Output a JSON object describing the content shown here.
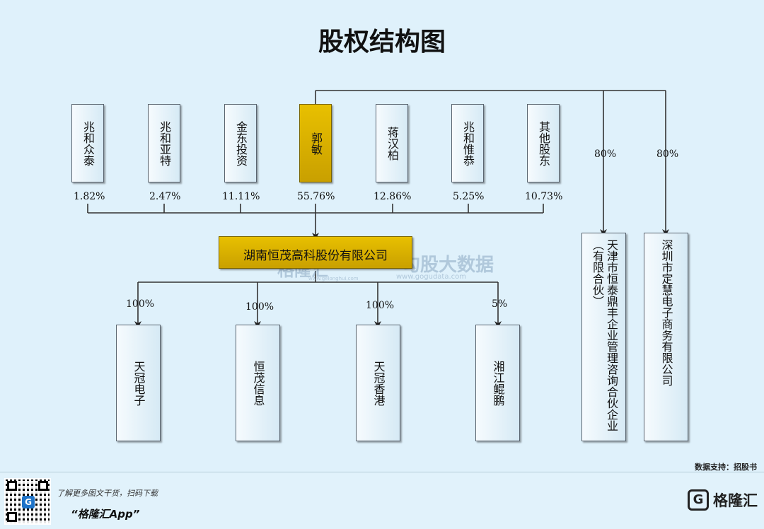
{
  "title": "股权结构图",
  "shareholders": [
    {
      "name": "兆和众泰",
      "pct": "1.82%"
    },
    {
      "name": "兆和亚特",
      "pct": "2.47%"
    },
    {
      "name": "金东投资",
      "pct": "11.11%"
    },
    {
      "name": "郭敏",
      "pct": "55.76%"
    },
    {
      "name": "蒋汉柏",
      "pct": "12.86%"
    },
    {
      "name": "兆和惟恭",
      "pct": "5.25%"
    },
    {
      "name": "其他股东",
      "pct": "10.73%"
    }
  ],
  "company": "湖南恒茂高科股份有限公司",
  "subsidiaries": [
    {
      "name": "天冠电子",
      "pct": "100%"
    },
    {
      "name": "恒茂信息",
      "pct": "100%"
    },
    {
      "name": "天冠香港",
      "pct": "100%"
    },
    {
      "name": "湘江鲲鹏",
      "pct": "5%"
    }
  ],
  "related": [
    {
      "name": "天津市恒泰鼎丰企业管理咨询合伙企业（有限合伙）",
      "pct": "80%"
    },
    {
      "name": "深圳市定慧电子商务有限公司",
      "pct": "80%"
    }
  ],
  "watermark": {
    "brand": "格隆汇",
    "brand_url": "www.gelonghui.com",
    "site": "勾股大数据",
    "site_url": "www.gogudata.com"
  },
  "source": "数据支持：招股书",
  "footer": {
    "promo_line1": "了解更多图文干货，扫码下载",
    "promo_line2": "“格隆汇App”",
    "qr_logo": "G",
    "brand_logo": "G",
    "brand_name": "格隆汇"
  },
  "colors": {
    "background": "#dff1fb",
    "highlight": "#d4ac00",
    "line": "#333333"
  },
  "icons": {
    "qr": "qr-code-icon",
    "brand": "gelonghui-logo-icon"
  }
}
